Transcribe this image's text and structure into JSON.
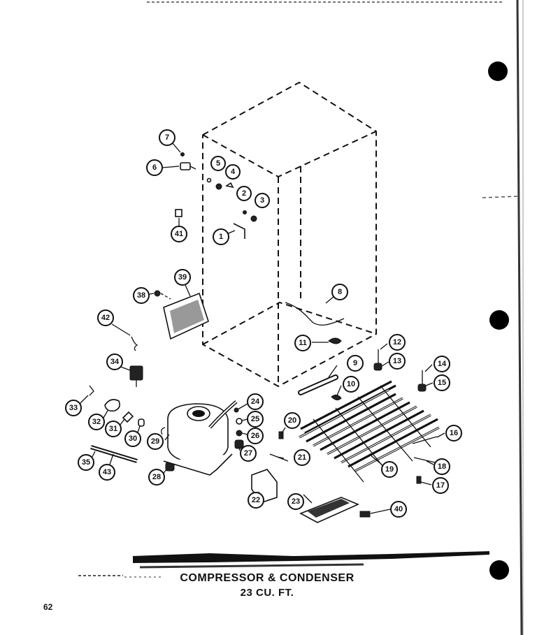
{
  "title": {
    "line1": "COMPRESSOR & CONDENSER",
    "line2": "23 CU. FT."
  },
  "page_number": "62",
  "callouts": [
    "1",
    "2",
    "3",
    "4",
    "5",
    "6",
    "7",
    "8",
    "9",
    "10",
    "11",
    "12",
    "13",
    "14",
    "15",
    "16",
    "17",
    "18",
    "19",
    "20",
    "21",
    "22",
    "23",
    "24",
    "25",
    "26",
    "27",
    "28",
    "29",
    "30",
    "31",
    "32",
    "33",
    "34",
    "35",
    "38",
    "39",
    "40",
    "41",
    "42",
    "43"
  ],
  "colors": {
    "ink": "#111111",
    "paper": "#ffffff"
  }
}
